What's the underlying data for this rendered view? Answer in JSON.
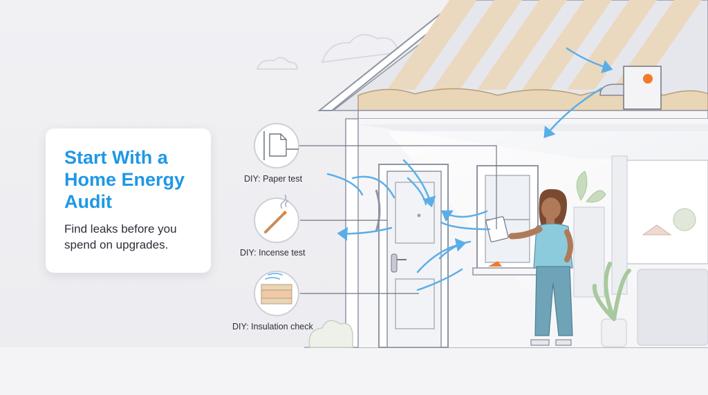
{
  "card": {
    "title_lines": [
      "Start With a",
      "Home Energy",
      "Audit"
    ],
    "subtitle_lines": [
      "Find leaks before you",
      "spend on upgrades."
    ]
  },
  "tips": [
    {
      "label": "DIY: Paper test",
      "icon": "paper-icon"
    },
    {
      "label": "DIY: Incense test",
      "icon": "incense-icon"
    },
    {
      "label": "DIY: Insulation check",
      "icon": "insulation-icon"
    }
  ],
  "colors": {
    "accent": "#1f97e6",
    "airflow": "#5aaee8",
    "insulation": "#e8d6b6",
    "shirt": "#8ccbdc",
    "pants": "#6ea3b8",
    "background": "#eeeef1"
  }
}
